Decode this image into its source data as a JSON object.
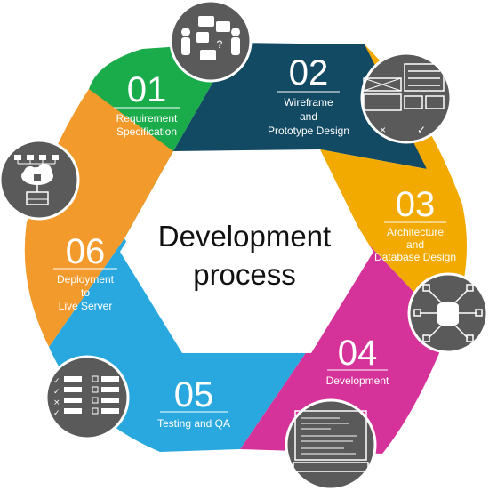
{
  "center": {
    "line1": "Development",
    "line2": "process"
  },
  "steps": [
    {
      "number": "01",
      "lines": [
        "Requirement",
        "Specification"
      ],
      "color": "#1aab4b",
      "icon": "discussion-icon"
    },
    {
      "number": "02",
      "lines": [
        "Wireframe",
        "and",
        "Prototype Design"
      ],
      "color": "#124a63",
      "icon": "wireframe-icon"
    },
    {
      "number": "03",
      "lines": [
        "Architecture",
        "and",
        "Database Design"
      ],
      "color": "#f2a900",
      "icon": "database-icon"
    },
    {
      "number": "04",
      "lines": [
        "Development"
      ],
      "color": "#d6339a",
      "icon": "code-editor-icon"
    },
    {
      "number": "05",
      "lines": [
        "Testing and QA"
      ],
      "color": "#29a8df",
      "icon": "checklist-icon"
    },
    {
      "number": "06",
      "lines": [
        "Deployment",
        "to",
        "Live Server"
      ],
      "color": "#f39a2d",
      "icon": "cloud-server-icon"
    }
  ],
  "icon_circle_color": "#5a5a5a"
}
